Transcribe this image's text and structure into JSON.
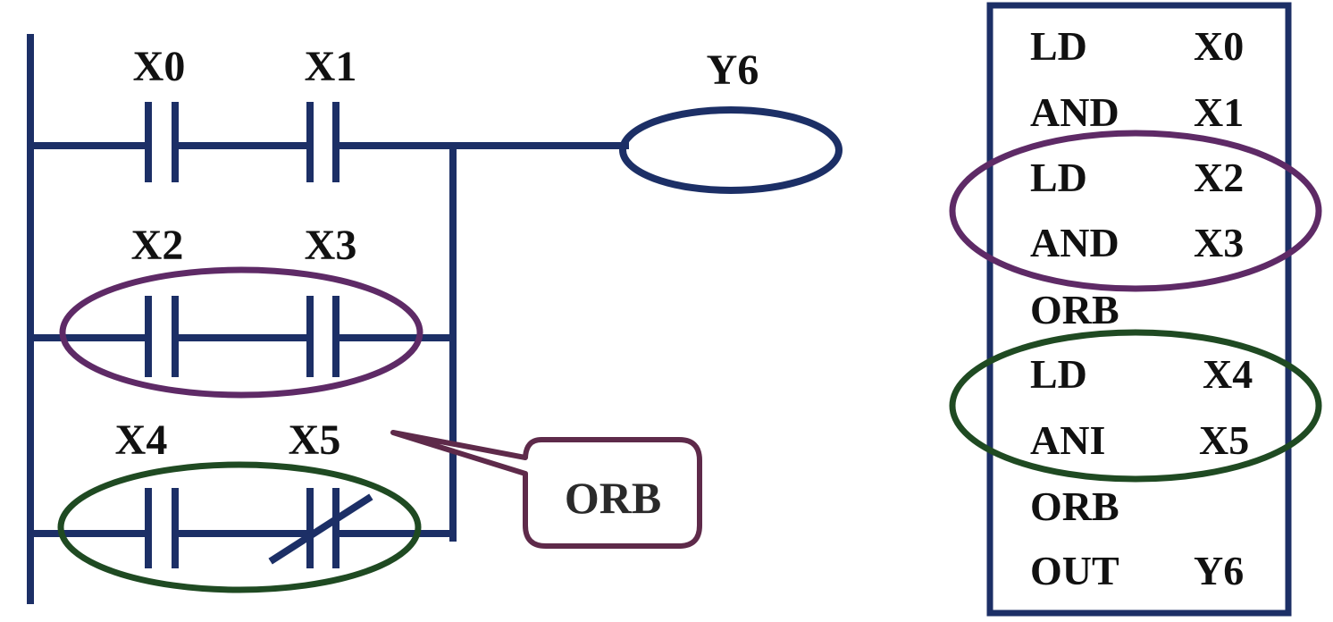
{
  "colors": {
    "wire": "#1c2f66",
    "purple_group": "#5e2a66",
    "green_group": "#1f4a22",
    "callout_border": "#5e2a4a",
    "text": "#111111"
  },
  "ladder": {
    "rung1": {
      "contact1": "X0",
      "contact2": "X1",
      "coil": "Y6"
    },
    "rung2": {
      "contact1": "X2",
      "contact2": "X3"
    },
    "rung3": {
      "contact1": "X4",
      "contact2": "X5"
    },
    "callout": "ORB"
  },
  "program": {
    "rows": [
      {
        "op": "LD",
        "arg": "X0"
      },
      {
        "op": "AND",
        "arg": "X1"
      },
      {
        "op": "LD",
        "arg": "X2"
      },
      {
        "op": "AND",
        "arg": "X3"
      },
      {
        "op": "ORB",
        "arg": ""
      },
      {
        "op": "LD",
        "arg": "X4"
      },
      {
        "op": "ANI",
        "arg": "X5"
      },
      {
        "op": "ORB",
        "arg": ""
      },
      {
        "op": "OUT",
        "arg": "Y6"
      }
    ]
  }
}
